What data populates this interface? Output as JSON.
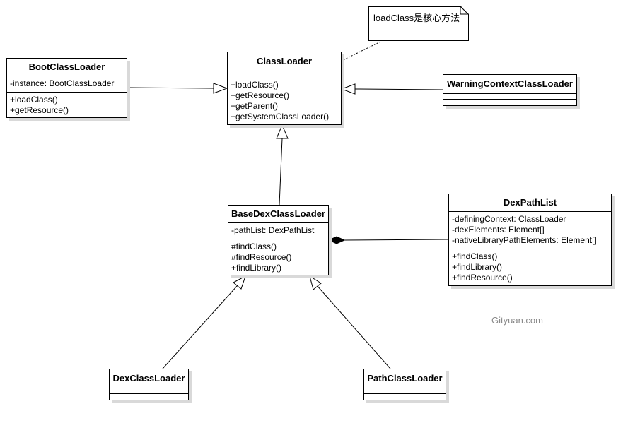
{
  "note": {
    "text": "loadClass是核心方法"
  },
  "watermark": "Gityuan.com",
  "classes": {
    "boot": {
      "name": "BootClassLoader",
      "attributes": [
        "-instance: BootClassLoader"
      ],
      "operations": [
        "+loadClass()",
        "+getResource()"
      ]
    },
    "classloader": {
      "name": "ClassLoader",
      "attributes": [],
      "operations": [
        "+loadClass()",
        "+getResource()",
        "+getParent()",
        "+getSystemClassLoader()"
      ]
    },
    "warning": {
      "name": "WarningContextClassLoader",
      "attributes": [],
      "operations": []
    },
    "basedex": {
      "name": "BaseDexClassLoader",
      "attributes": [
        "-pathList: DexPathList"
      ],
      "operations": [
        "#findClass()",
        "#findResource()",
        "+findLibrary()"
      ]
    },
    "dexpathlist": {
      "name": "DexPathList",
      "attributes": [
        "-definingContext: ClassLoader",
        "-dexElements: Element[]",
        "-nativeLibraryPathElements: Element[]"
      ],
      "operations": [
        "+findClass()",
        "+findLibrary()",
        "+findResource()"
      ]
    },
    "dex": {
      "name": "DexClassLoader",
      "attributes": [],
      "operations": []
    },
    "path": {
      "name": "PathClassLoader",
      "attributes": [],
      "operations": []
    }
  },
  "relations": [
    {
      "type": "generalization",
      "from": "BootClassLoader",
      "to": "ClassLoader"
    },
    {
      "type": "generalization",
      "from": "WarningContextClassLoader",
      "to": "ClassLoader"
    },
    {
      "type": "generalization",
      "from": "BaseDexClassLoader",
      "to": "ClassLoader"
    },
    {
      "type": "generalization",
      "from": "DexClassLoader",
      "to": "BaseDexClassLoader"
    },
    {
      "type": "generalization",
      "from": "PathClassLoader",
      "to": "BaseDexClassLoader"
    },
    {
      "type": "composition",
      "from": "DexPathList",
      "to": "BaseDexClassLoader"
    },
    {
      "type": "note-anchor",
      "from": "note",
      "to": "ClassLoader"
    }
  ]
}
